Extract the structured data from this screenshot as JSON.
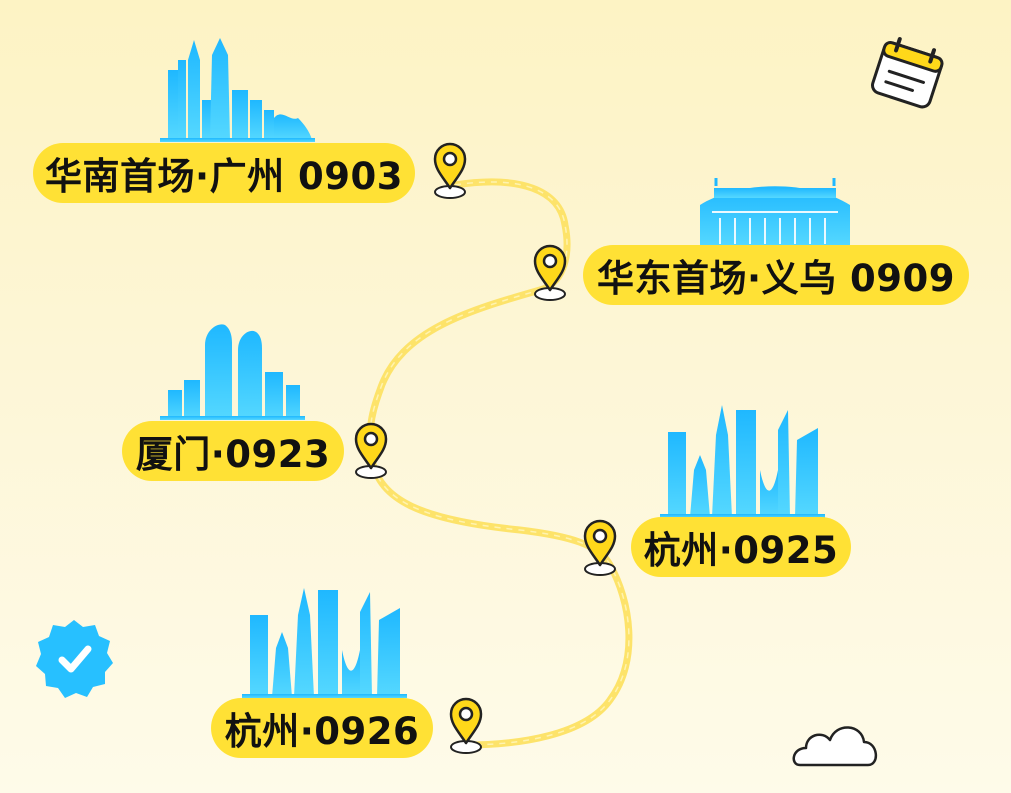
{
  "stops": [
    {
      "id": "guangzhou",
      "label": "华南首场·广州 0903",
      "city": "广州",
      "date": "0903"
    },
    {
      "id": "yiwu",
      "label": "华东首场·义乌 0909",
      "city": "义乌",
      "date": "0909"
    },
    {
      "id": "xiamen",
      "label": "厦门·0923",
      "city": "厦门",
      "date": "0923"
    },
    {
      "id": "hangzhou1",
      "label": "杭州·0925",
      "city": "杭州",
      "date": "0925"
    },
    {
      "id": "hangzhou2",
      "label": "杭州·0926",
      "city": "杭州",
      "date": "0926"
    }
  ],
  "colors": {
    "background": "#fdf5d0",
    "pill": "#ffe135",
    "route": "#fde36a",
    "pin": "#ffd81a",
    "skyline_top": "#1fb8ff",
    "skyline_bottom": "#4fd4ff",
    "badge": "#27c0ff"
  },
  "icons": [
    "map-pin-icon",
    "calendar-icon",
    "check-badge-icon",
    "cloud-icon"
  ]
}
